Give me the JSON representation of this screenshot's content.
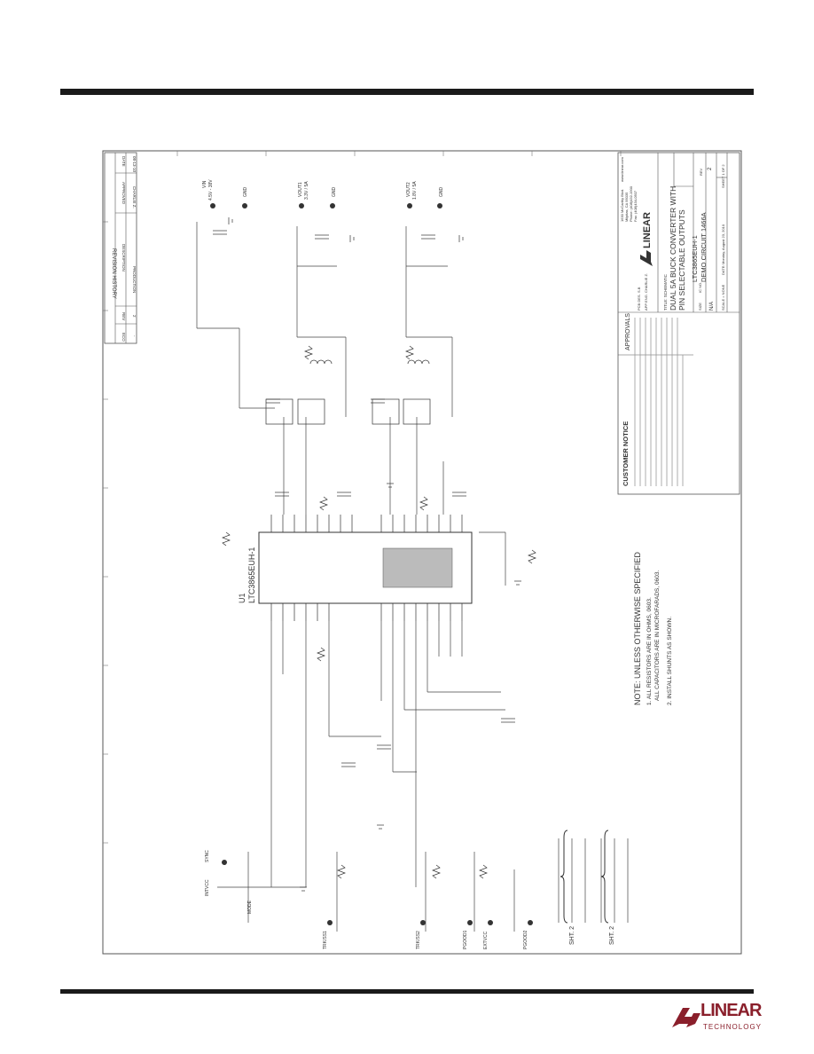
{
  "page": {
    "footer_logo_word": "LINEAR",
    "footer_logo_sub": "TECHNOLOGY"
  },
  "title_block": {
    "customer_notice_heading": "CUSTOMER NOTICE",
    "approvals_heading": "APPROVALS",
    "pcb_des_label": "PCB DES.",
    "pcb_des_value": "S.B",
    "app_eng_label": "APP ENG.",
    "app_eng_value": "CHARLIE Z.",
    "title_label": "TITLE: SCHEMATIC",
    "title_line1": "DUAL 5A BUCK CONVERTER WITH",
    "title_line2": "PIN SELECTABLE OUTPUTS",
    "ic_no_label": "IC NO.",
    "ic_no_value": "LTC3865EUH-1",
    "demo_label": "DEMO CIRCUIT 1466A",
    "size_label": "SIZE",
    "size_value": "N/A",
    "rev_label": "REV",
    "rev_value": "2",
    "scale_label": "SCALE = NONE",
    "date_label": "DATE:",
    "date_value": "Monday, August 23, 2010",
    "sheet_label": "SHEET 1 OF 2",
    "company_address1": "1630 McCarthy Blvd.",
    "company_address2": "Milpitas, CA 95035",
    "company_phone": "Phone: (408)432-1900",
    "company_fax": "Fax: (408)434-0507",
    "company_web": "www.linear.com"
  },
  "revision_history": {
    "heading": "REVISION HISTORY",
    "columns": [
      "ECO",
      "REV",
      "DESCRIPTION",
      "APPROVED",
      "DATE"
    ],
    "row": [
      "-",
      "2",
      "PRODUCTION",
      "CHARLIE Z.",
      "08-13-10"
    ]
  },
  "ic": {
    "designator": "U1",
    "part": "LTC3865EUH-1"
  },
  "notes": {
    "heading": "NOTE: UNLESS OTHERWISE SPECIFIED",
    "line1": "1. ALL RESISTORS ARE IN OHMS, 0603.",
    "line2": "ALL CAPACITORS ARE IN MICROFARADS, 0603.",
    "line3": "2. INSTALL SHUNTS AS SHOWN."
  },
  "sheet_refs": {
    "sht_a": "SHT. 2",
    "sht_b": "SHT. 2"
  },
  "nets": {
    "vin_label": "VIN",
    "vin_range": "4.5V - 38V",
    "gnd": "GND",
    "vout1_label": "VOUT1",
    "vout1_value": "3.3V / 5A",
    "vout2_label": "VOUT2",
    "vout2_value": "1.8V / 5A",
    "intvcc": "INTVCC",
    "sync": "SYNC",
    "mode": "MODE",
    "track_ss1": "TRK/SS1",
    "track_ss2": "TRK/SS2",
    "pgood1": "PGOOD1",
    "pgood2": "PGOOD2",
    "extvcc": "EXTVCC"
  }
}
